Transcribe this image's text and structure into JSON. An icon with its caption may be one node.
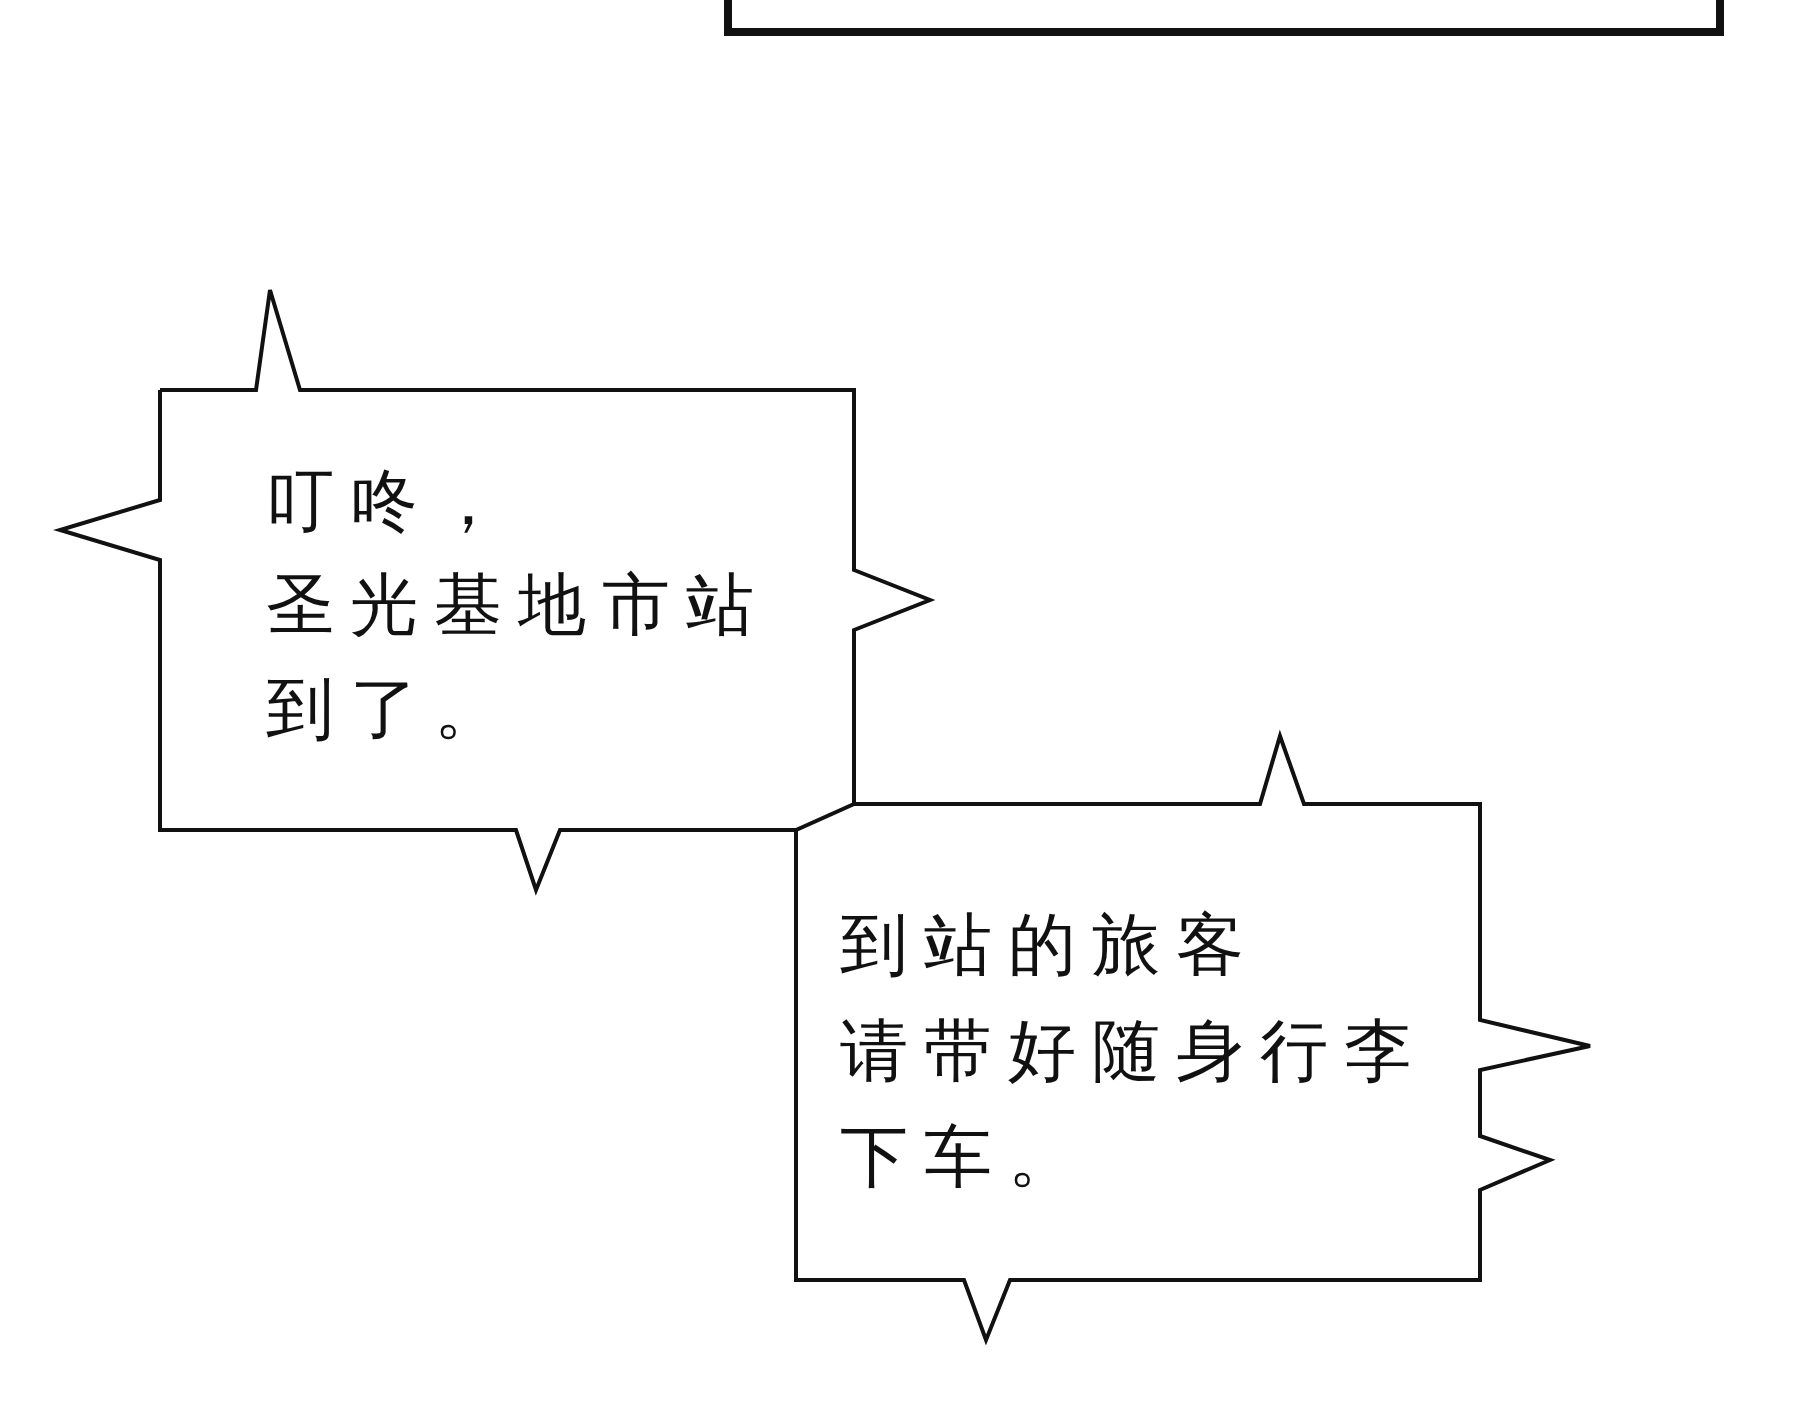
{
  "diagram": {
    "nodes": [
      {
        "text": [],
        "shape": "box"
      },
      {
        "text": [
          "叮咚，",
          "圣光基地市站",
          "到了。"
        ]
      },
      {
        "text": [
          "到站的旅客",
          "请带好随身行李",
          "下车。"
        ]
      }
    ]
  }
}
